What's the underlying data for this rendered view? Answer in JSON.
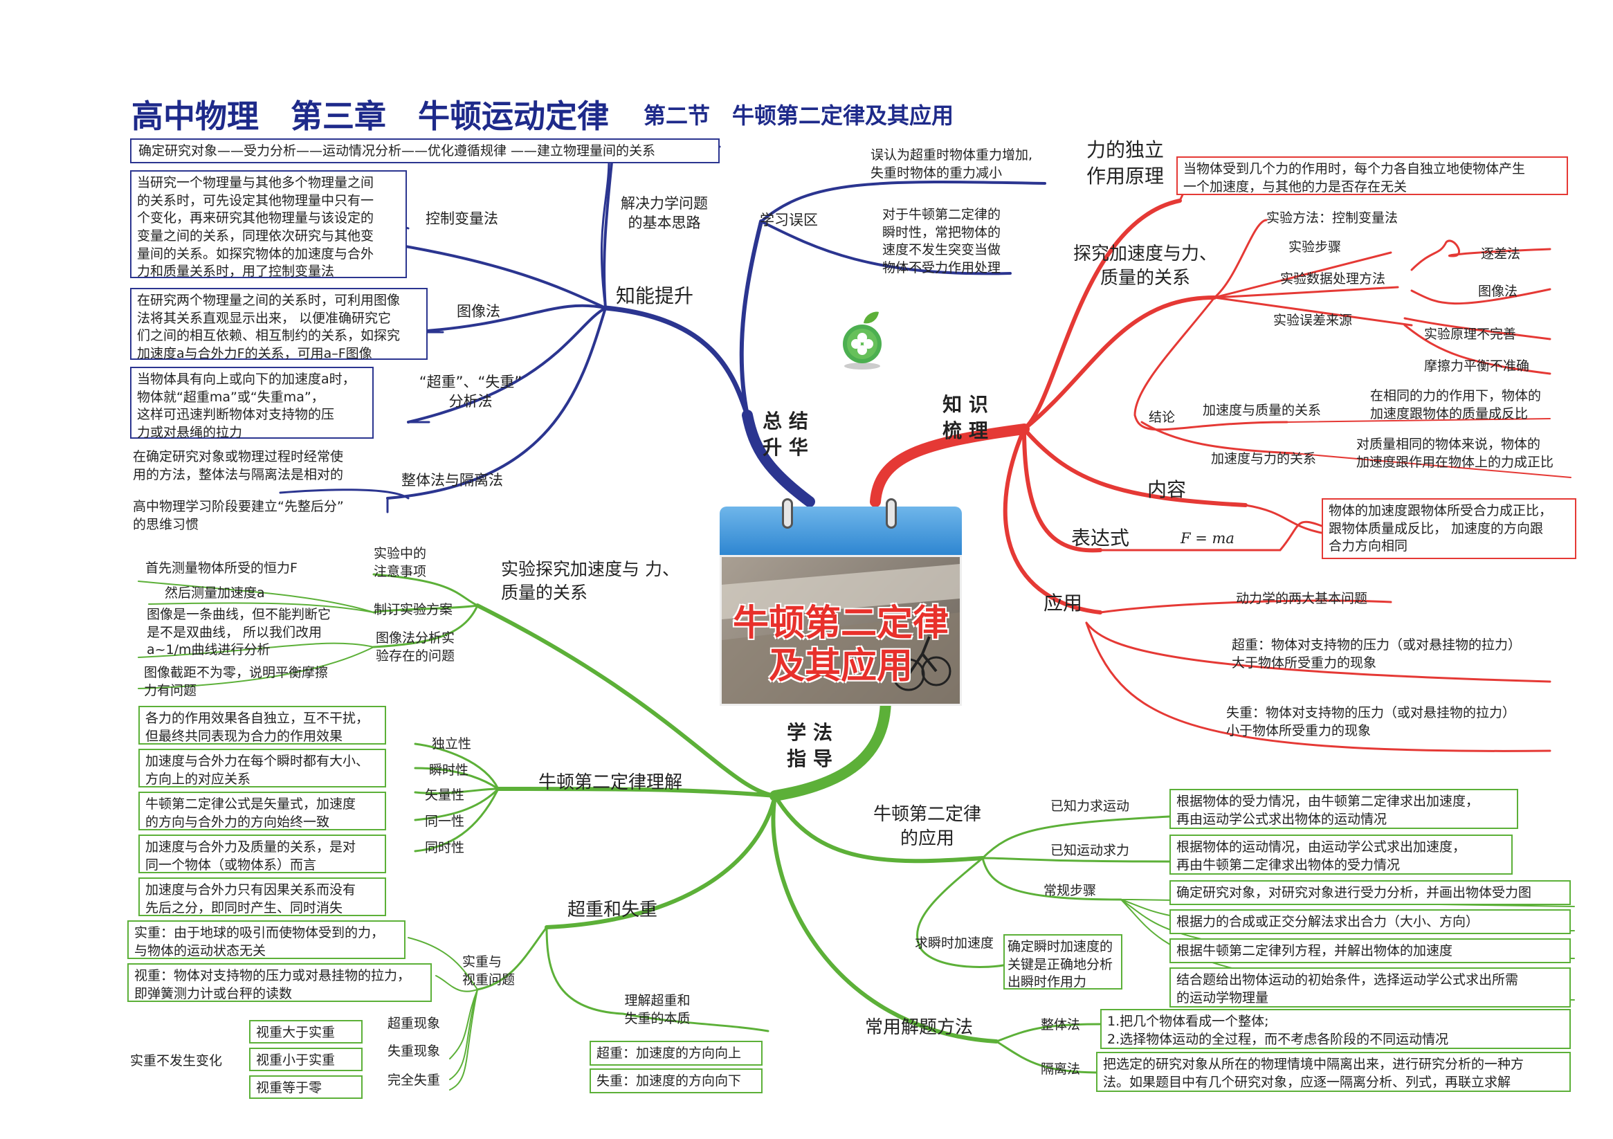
{
  "colors": {
    "blue": "#2b3590",
    "red": "#e53935",
    "green": "#5cb038"
  },
  "header": {
    "title_main": "高中物理　第三章　牛顿运动定律",
    "title_section": "第二节　牛顿第二定律及其应用"
  },
  "center": {
    "line1": "牛顿第二定律",
    "line2": "及其应用"
  },
  "main_branches": {
    "summary": "总 结\n升 华",
    "knowledge": "知 识\n梳 理",
    "method": "学 法\n指 导"
  },
  "summary": {
    "approach_box": "确定研究对象——受力分析——运动情况分析——优化遵循规律 ——建立物理量间的关系",
    "approach_label": "解决力学问题\n的基本思路",
    "skill_label": "知能提升",
    "control": {
      "label": "控制变量法",
      "text": "当研究一个物理量与其他多个物理量之间\n的关系时，可先设定其他物理量中只有一\n个变化，再来研究其他物理量与该设定的\n变量之间的关系，同理依次研究与其他变\n量间的关系。如探究物体的加速度与合外\n力和质量关系时，用了控制变量法"
    },
    "graph": {
      "label": "图像法",
      "text": "在研究两个物理量之间的关系时，可利用图像\n法将其关系直观显示出来， 以便准确研究它\n们之间的相互依赖、相互制约的关系，如探究\n加速度a与合外力F的关系，可用a–F图像"
    },
    "overweight": {
      "label": "“超重”、“失重”\n分析法",
      "text": "当物体具有向上或向下的加速度a时，\n物体就“超重ma”或“失重ma”，\n这样可迅速判断物体对支持物的压\n力或对悬绳的拉力"
    },
    "whole": {
      "label": "整体法与隔离法",
      "text1": "在确定研究对象或物理过程时经常使\n用的方法，整体法与隔离法是相对的",
      "text2": "高中物理学习阶段要建立“先整后分”\n的思维习惯"
    },
    "mistake": {
      "label": "学习误区",
      "text1": "误认为超重时物体重力增加,\n失重时物体的重力减小",
      "text2": "对于牛顿第二定律的\n瞬时性，常把物体的\n速度不发生突变当做\n物体不受力作用处理"
    }
  },
  "knowledge": {
    "independence": {
      "label": "力的独立\n作用原理",
      "text": "当物体受到几个力的作用时，每个力各自独立地使物体产生\n一个加速度，与其他的力是否存在无关"
    },
    "explore": {
      "label": "探究加速度与力、\n质量的关系",
      "method": "实验方法：控制变量法",
      "steps": "实验步骤",
      "data": "实验数据处理方法",
      "successive": "逐差法",
      "image": "图像法",
      "error": "实验误差来源",
      "err1": "实验原理不完善",
      "err2": "摩擦力平衡不准确",
      "conclusion": "结论",
      "mass_rel": "加速度与质量的关系",
      "mass_text": "在相同的力的作用下，物体的\n加速度跟物体的质量成反比",
      "force_rel": "加速度与力的关系",
      "force_text": "对质量相同的物体来说，物体的\n加速度跟作用在物体上的力成正比"
    },
    "content": {
      "label": "内容",
      "text": "物体的加速度跟物体所受合力成正比，\n跟物体质量成反比， 加速度的方向跟\n合力方向相同"
    },
    "expression": {
      "label": "表达式",
      "formula": "F = ma"
    },
    "application": {
      "label": "应用",
      "a1": "动力学的两大基本问题",
      "a2": "超重：物体对支持物的压力（或对悬挂物的拉力）\n大于物体所受重力的现象",
      "a3": "失重：物体对支持物的压力（或对悬挂物的拉力）\n小于物体所受重力的现象"
    }
  },
  "method": {
    "experiment": {
      "label": "实验探究加速度与 力、\n质量的关系",
      "notes": "实验中的\n注意事项",
      "plan": "制订实验方案",
      "graph_issue": "图像法分析实\n验存在的问题",
      "p1": "首先测量物体所受的恒力F",
      "p2": "然后测量加速度a",
      "p3": "图像是一条曲线，但不能判断它\n是不是双曲线， 所以我们改用\na~1/m曲线进行分析",
      "p4": "图像截距不为零，说明平衡摩擦\n力有问题"
    },
    "understanding": {
      "label": "牛顿第二定律理解",
      "k1": "独立性",
      "t1": "各力的作用效果各自独立，互不干扰，\n但最终共同表现为合力的作用效果",
      "k2": "瞬时性",
      "t2": "加速度与合外力在每个瞬时都有大小、\n方向上的对应关系",
      "k3": "矢量性",
      "t3": "牛顿第二定律公式是矢量式，加速度\n的方向与合外力的方向始终一致",
      "k4": "同一性",
      "t4": "加速度与合外力及质量的关系，是对\n同一个物体（或物体系）而言",
      "k5": "同时性",
      "t5": "加速度与合外力只有因果关系而没有\n先后之分，即同时产生、同时消失"
    },
    "weight": {
      "label": "超重和失重",
      "real_label": "实重与\n视重问题",
      "real": "实重：由于地球的吸引而使物体受到的力，\n与物体的运动状态无关",
      "apparent": "视重：物体对支持物的压力或对悬挂物的拉力，\n即弹簧测力计或台秤的读数",
      "over": "超重现象",
      "under": "失重现象",
      "full": "完全失重",
      "v1": "视重大于实重",
      "v2": "视重小于实重",
      "v3": "视重等于零",
      "unchanged": "实重不发生变化",
      "essence_label": "理解超重和\n失重的本质",
      "e1": "超重：加速度的方向向上",
      "e2": "失重：加速度的方向向下"
    },
    "application": {
      "label": "牛顿第二定律\n的应用",
      "f2m": "已知力求运动",
      "f2m_text": "根据物体的受力情况，由牛顿第二定律求出加速度，\n再由运动学公式求出物体的运动情况",
      "m2f": "已知运动求力",
      "m2f_text": "根据物体的运动情况，由运动学公式求出加速度，\n再由牛顿第二定律求出物体的受力情况",
      "steps": "常规步骤",
      "s1": "确定研究对象，对研究对象进行受力分析，并画出物体受力图",
      "s2": "根据力的合成或正交分解法求出合力（大小、方向）",
      "s3": "根据牛顿第二定律列方程，并解出物体的加速度",
      "s4": "结合题给出物体运动的初始条件，选择运动学公式求出所需\n的运动学物理量",
      "instant": "求瞬时加速度",
      "instant_text": "确定瞬时加速度的\n关键是正确地分析\n出瞬时作用力"
    },
    "methods": {
      "label": "常用解题方法",
      "whole": "整体法",
      "whole_text": "1.把几个物体看成一个整体;\n2.选择物体运动的全过程，而不考虑各阶段的不同运动情况",
      "isolate": "隔离法",
      "isolate_text": "把选定的研究对象从所在的物理情境中隔离出来，进行研究分析的一种方\n法。如果题目中有几个研究对象，应逐一隔离分析、列式，再联立求解"
    }
  }
}
